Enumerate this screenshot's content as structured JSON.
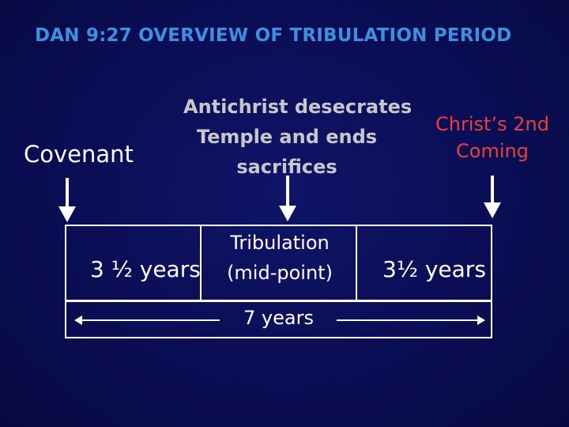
{
  "title": "DAN 9:27 OVERVIEW OF TRIBULATION PERIOD",
  "labels": {
    "covenant": "Covenant",
    "antichrist": [
      "Antichrist desecrates",
      "Temple and ends",
      "sacrifices"
    ],
    "second_coming": [
      "Christ’s 2nd",
      "Coming"
    ]
  },
  "segments": {
    "first_half": "3 ½ years",
    "mid_point": [
      "Tribulation",
      "(mid-point)"
    ],
    "second_half": "3½ years"
  },
  "total": "7 years",
  "colors": {
    "background": "#0a0d4f",
    "title": "#3f8fe0",
    "antichrist_label": "#c8c8cc",
    "coming_label": "#e8413c",
    "text": "#ffffff"
  },
  "icons": {
    "event_arrow": "down-arrow-icon",
    "span_arrow": "left-right-arrow-icon"
  }
}
